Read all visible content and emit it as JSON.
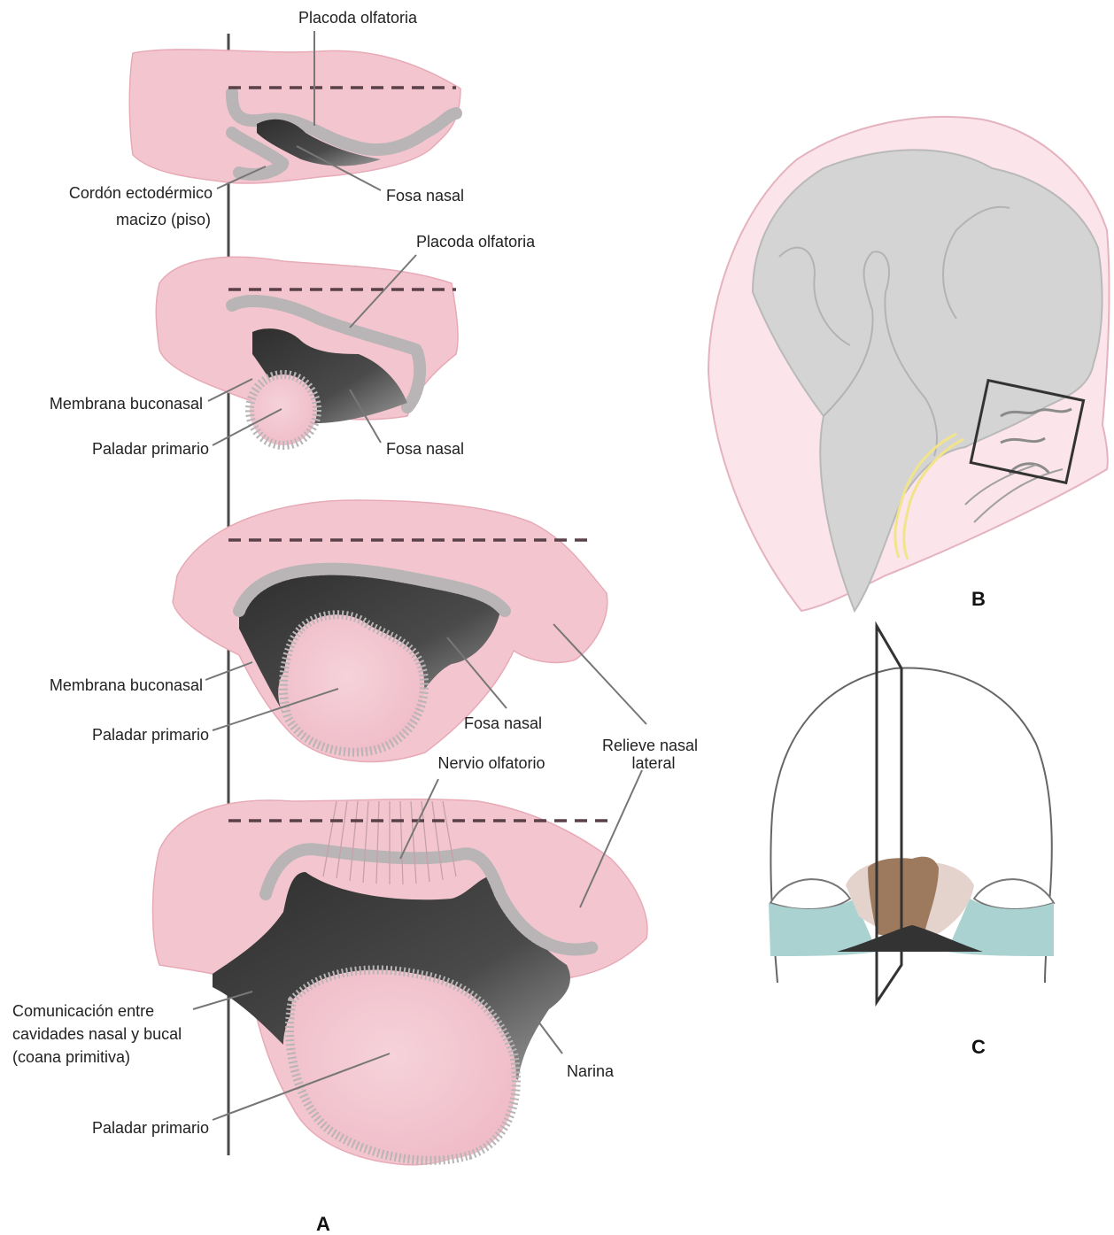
{
  "panels": {
    "a": "A",
    "b": "B",
    "c": "C"
  },
  "labels": {
    "placoda_1": "Placoda  olfatoria",
    "cordon_1": "Cordón ectodérmico",
    "cordon_2": "macizo (piso)",
    "fosa_1": "Fosa nasal",
    "placoda_2": "Placoda  olfatoria",
    "membrana_1": "Membrana buconasal",
    "paladar_1": "Paladar primario",
    "fosa_2": "Fosa nasal",
    "membrana_2": "Membrana buconasal",
    "paladar_2": "Paladar primario",
    "fosa_3": "Fosa nasal",
    "relieve_1": "Relieve nasal",
    "relieve_2": "lateral",
    "nervio": "Nervio olfatorio",
    "comunicacion_1": "Comunicación entre",
    "comunicacion_2": "cavidades nasal y bucal",
    "comunicacion_3": "(coana primitiva)",
    "narina": "Narina",
    "paladar_3": "Paladar primario"
  },
  "colors": {
    "tissue": "#f3c6cf",
    "cavity": "#3d3d3d",
    "epithelium": "#b9b4b6",
    "brain": "#d4d4d4",
    "lens": "#f2e48a",
    "nasal_bone": "#9d7a5e",
    "maxilla": "#a9d2d0"
  }
}
